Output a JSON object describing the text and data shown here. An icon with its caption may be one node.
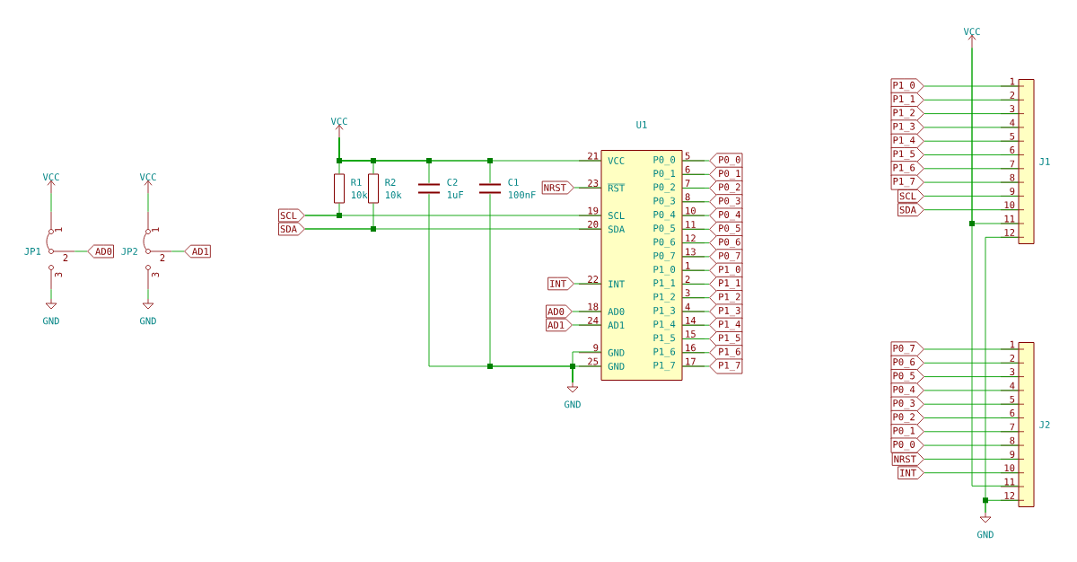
{
  "diagram": {
    "nodes": [
      {
        "text": [
          "VCC"
        ]
      },
      {
        "text": [
          "JP1"
        ]
      },
      {
        "text": [
          "AD0"
        ]
      },
      {
        "text": [
          "GND"
        ]
      },
      {
        "text": [
          "VCC"
        ]
      },
      {
        "text": [
          "JP2"
        ]
      },
      {
        "text": [
          "AD1"
        ]
      },
      {
        "text": [
          "GND"
        ]
      },
      {
        "text": [
          "VCC"
        ]
      },
      {
        "text": [
          "R1",
          "10k"
        ]
      },
      {
        "text": [
          "R2",
          "10k"
        ]
      },
      {
        "text": [
          "C2",
          "1uF"
        ]
      },
      {
        "text": [
          "C1",
          "100nF"
        ]
      },
      {
        "text": [
          "SCL"
        ]
      },
      {
        "text": [
          "SDA"
        ]
      },
      {
        "text": [
          "U1",
          "VCC",
          "RST",
          "SCL",
          "SDA",
          "INT",
          "AD0",
          "AD1",
          "GND",
          "GND",
          "P0_0",
          "P0_1",
          "P0_2",
          "P0_3",
          "P0_4",
          "P0_5",
          "P0_6",
          "P0_7",
          "P1_0",
          "P1_1",
          "P1_2",
          "P1_3",
          "P1_4",
          "P1_5",
          "P1_6",
          "P1_7"
        ]
      },
      {
        "text": [
          "NRST"
        ]
      },
      {
        "text": [
          "INT"
        ]
      },
      {
        "text": [
          "AD0"
        ]
      },
      {
        "text": [
          "AD1"
        ]
      },
      {
        "text": [
          "GND"
        ]
      },
      {
        "text": [
          "P0_0"
        ]
      },
      {
        "text": [
          "P0_1"
        ]
      },
      {
        "text": [
          "P0_2"
        ]
      },
      {
        "text": [
          "P0_3"
        ]
      },
      {
        "text": [
          "P0_4"
        ]
      },
      {
        "text": [
          "P0_5"
        ]
      },
      {
        "text": [
          "P0_6"
        ]
      },
      {
        "text": [
          "P0_7"
        ]
      },
      {
        "text": [
          "P1_0"
        ]
      },
      {
        "text": [
          "P1_1"
        ]
      },
      {
        "text": [
          "P1_2"
        ]
      },
      {
        "text": [
          "P1_3"
        ]
      },
      {
        "text": [
          "P1_4"
        ]
      },
      {
        "text": [
          "P1_5"
        ]
      },
      {
        "text": [
          "P1_6"
        ]
      },
      {
        "text": [
          "P1_7"
        ]
      },
      {
        "text": [
          "VCC"
        ]
      },
      {
        "text": [
          "P1_0"
        ]
      },
      {
        "text": [
          "P1_1"
        ]
      },
      {
        "text": [
          "P1_2"
        ]
      },
      {
        "text": [
          "P1_3"
        ]
      },
      {
        "text": [
          "P1_4"
        ]
      },
      {
        "text": [
          "P1_5"
        ]
      },
      {
        "text": [
          "P1_6"
        ]
      },
      {
        "text": [
          "P1_7"
        ]
      },
      {
        "text": [
          "SCL"
        ]
      },
      {
        "text": [
          "SDA"
        ]
      },
      {
        "text": [
          "J1"
        ]
      },
      {
        "text": [
          "P0_7"
        ]
      },
      {
        "text": [
          "P0_6"
        ]
      },
      {
        "text": [
          "P0_5"
        ]
      },
      {
        "text": [
          "P0_4"
        ]
      },
      {
        "text": [
          "P0_3"
        ]
      },
      {
        "text": [
          "P0_2"
        ]
      },
      {
        "text": [
          "P0_1"
        ]
      },
      {
        "text": [
          "P0_0"
        ]
      },
      {
        "text": [
          "NRST"
        ]
      },
      {
        "text": [
          "INT"
        ]
      },
      {
        "text": [
          "J2"
        ]
      },
      {
        "text": [
          "GND"
        ]
      }
    ],
    "edges": [
      {
        "from": 0,
        "to": 1,
        "arrow": "none"
      },
      {
        "from": 1,
        "to": 2,
        "arrow": "none"
      },
      {
        "from": 1,
        "to": 3,
        "arrow": "none"
      },
      {
        "from": 4,
        "to": 5,
        "arrow": "none"
      },
      {
        "from": 5,
        "to": 6,
        "arrow": "none"
      },
      {
        "from": 5,
        "to": 7,
        "arrow": "none"
      },
      {
        "from": 8,
        "to": 9,
        "arrow": "none"
      },
      {
        "from": 8,
        "to": 10,
        "arrow": "none"
      },
      {
        "from": 8,
        "to": 11,
        "arrow": "none"
      },
      {
        "from": 8,
        "to": 12,
        "arrow": "none"
      },
      {
        "from": 8,
        "to": 15,
        "arrow": "none"
      },
      {
        "from": 13,
        "to": 15,
        "arrow": "none"
      },
      {
        "from": 9,
        "to": 13,
        "arrow": "none"
      },
      {
        "from": 14,
        "to": 15,
        "arrow": "none"
      },
      {
        "from": 10,
        "to": 14,
        "arrow": "none"
      },
      {
        "from": 11,
        "to": 20,
        "arrow": "none"
      },
      {
        "from": 12,
        "to": 20,
        "arrow": "none"
      },
      {
        "from": 15,
        "to": 20,
        "arrow": "none"
      },
      {
        "from": 15,
        "to": 20,
        "arrow": "none"
      },
      {
        "from": 16,
        "to": 15,
        "arrow": "none"
      },
      {
        "from": 17,
        "to": 15,
        "arrow": "none"
      },
      {
        "from": 18,
        "to": 15,
        "arrow": "none"
      },
      {
        "from": 19,
        "to": 15,
        "arrow": "none"
      },
      {
        "from": 21,
        "to": 15,
        "arrow": "none"
      },
      {
        "from": 22,
        "to": 15,
        "arrow": "none"
      },
      {
        "from": 23,
        "to": 15,
        "arrow": "none"
      },
      {
        "from": 24,
        "to": 15,
        "arrow": "none"
      },
      {
        "from": 25,
        "to": 15,
        "arrow": "none"
      },
      {
        "from": 26,
        "to": 15,
        "arrow": "none"
      },
      {
        "from": 27,
        "to": 15,
        "arrow": "none"
      },
      {
        "from": 28,
        "to": 15,
        "arrow": "none"
      },
      {
        "from": 29,
        "to": 15,
        "arrow": "none"
      },
      {
        "from": 30,
        "to": 15,
        "arrow": "none"
      },
      {
        "from": 31,
        "to": 15,
        "arrow": "none"
      },
      {
        "from": 32,
        "to": 15,
        "arrow": "none"
      },
      {
        "from": 33,
        "to": 15,
        "arrow": "none"
      },
      {
        "from": 34,
        "to": 15,
        "arrow": "none"
      },
      {
        "from": 35,
        "to": 15,
        "arrow": "none"
      },
      {
        "from": 36,
        "to": 15,
        "arrow": "none"
      },
      {
        "from": 38,
        "to": 48,
        "arrow": "none"
      },
      {
        "from": 39,
        "to": 48,
        "arrow": "none"
      },
      {
        "from": 40,
        "to": 48,
        "arrow": "none"
      },
      {
        "from": 41,
        "to": 48,
        "arrow": "none"
      },
      {
        "from": 42,
        "to": 48,
        "arrow": "none"
      },
      {
        "from": 43,
        "to": 48,
        "arrow": "none"
      },
      {
        "from": 44,
        "to": 48,
        "arrow": "none"
      },
      {
        "from": 45,
        "to": 48,
        "arrow": "none"
      },
      {
        "from": 46,
        "to": 48,
        "arrow": "none"
      },
      {
        "from": 47,
        "to": 48,
        "arrow": "none"
      },
      {
        "from": 37,
        "to": 48,
        "arrow": "none"
      },
      {
        "from": 49,
        "to": 59,
        "arrow": "none"
      },
      {
        "from": 50,
        "to": 59,
        "arrow": "none"
      },
      {
        "from": 51,
        "to": 59,
        "arrow": "none"
      },
      {
        "from": 52,
        "to": 59,
        "arrow": "none"
      },
      {
        "from": 53,
        "to": 59,
        "arrow": "none"
      },
      {
        "from": 54,
        "to": 59,
        "arrow": "none"
      },
      {
        "from": 55,
        "to": 59,
        "arrow": "none"
      },
      {
        "from": 56,
        "to": 59,
        "arrow": "none"
      },
      {
        "from": 57,
        "to": 59,
        "arrow": "none"
      },
      {
        "from": 58,
        "to": 59,
        "arrow": "none"
      },
      {
        "from": 37,
        "to": 59,
        "arrow": "none"
      },
      {
        "from": 48,
        "to": 60,
        "arrow": "none"
      },
      {
        "from": 59,
        "to": 60,
        "arrow": "none"
      }
    ],
    "labels": [
      "1",
      "2",
      "3",
      "1",
      "2",
      "3",
      "21",
      "23",
      "19",
      "20",
      "22",
      "18",
      "24",
      "9",
      "25",
      "5",
      "6",
      "7",
      "8",
      "10",
      "11",
      "12",
      "13",
      "1",
      "2",
      "3",
      "4",
      "14",
      "15",
      "16",
      "17",
      "1",
      "2",
      "3",
      "4",
      "5",
      "6",
      "7",
      "8",
      "9",
      "10",
      "11",
      "12",
      "1",
      "2",
      "3",
      "4",
      "5",
      "6",
      "7",
      "8",
      "9",
      "10",
      "11",
      "12"
    ]
  }
}
